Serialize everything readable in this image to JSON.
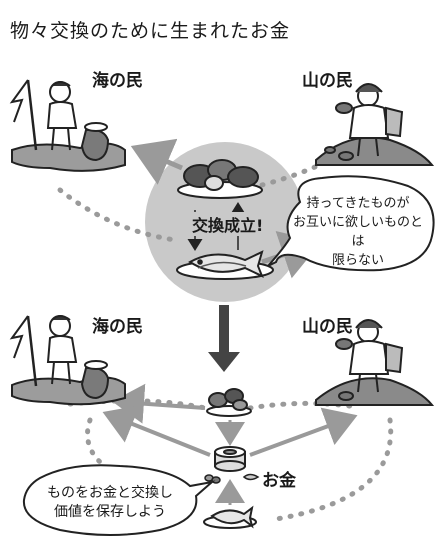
{
  "title": "物々交換のために生まれたお金",
  "top": {
    "sea_label": "海の民",
    "mountain_label": "山の民",
    "exchange_label": "交換成立!",
    "bubble_lines": [
      "持ってきたものが",
      "お互いに欲しいものとは",
      "限らない"
    ]
  },
  "bottom": {
    "sea_label": "海の民",
    "mountain_label": "山の民",
    "money_label": "お金",
    "bubble_lines": [
      "ものをお金と交換し",
      "価値を保存しよう"
    ]
  }
}
